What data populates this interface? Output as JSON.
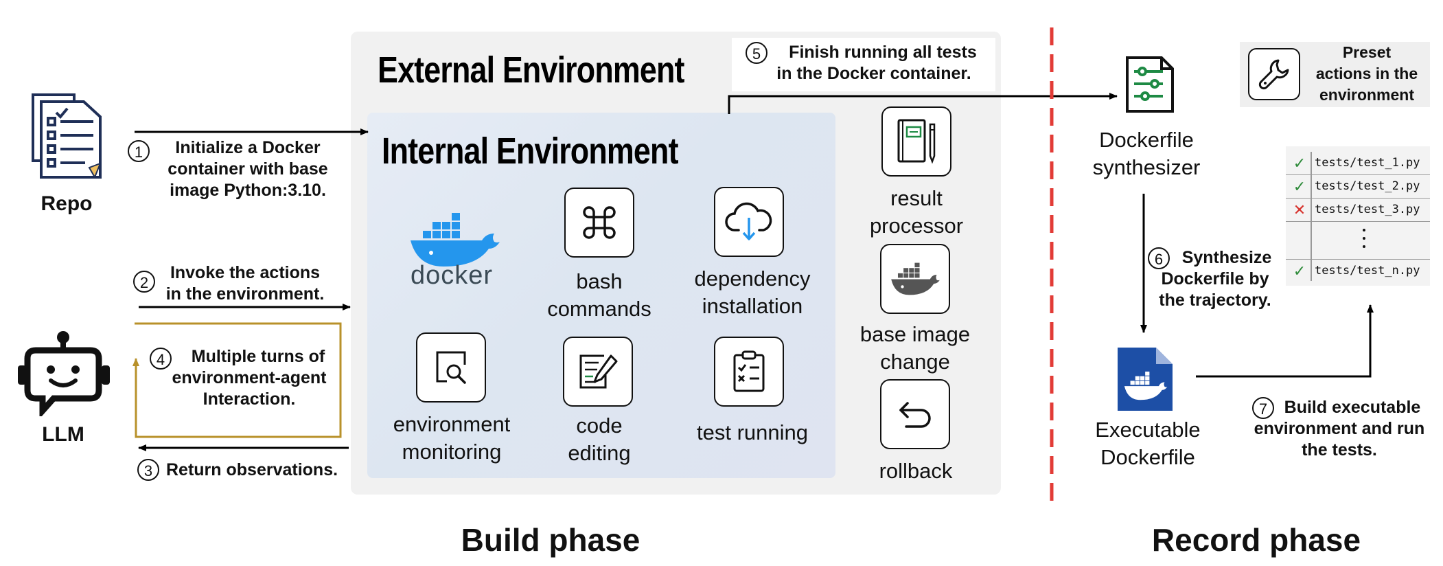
{
  "external_env": {
    "title": "External Environment"
  },
  "internal_env": {
    "title": "Internal Environment"
  },
  "actors": {
    "repo": "Repo",
    "llm": "LLM"
  },
  "docker_logo_text": "docker",
  "steps": {
    "s1": {
      "num": "1",
      "lines": [
        "Initialize a Docker",
        "container with base",
        "image Python:3.10."
      ]
    },
    "s2": {
      "num": "2",
      "lines": [
        "Invoke the actions",
        "in the environment."
      ]
    },
    "s3": {
      "num": "3",
      "lines": [
        "Return observations."
      ]
    },
    "s4": {
      "num": "4",
      "lines": [
        "Multiple turns of",
        "environment-agent",
        "Interaction."
      ]
    },
    "s5": {
      "num": "5",
      "lines": [
        "Finish running all tests",
        "in the Docker container."
      ]
    },
    "s6": {
      "num": "6",
      "lines": [
        "Synthesize",
        "Dockerfile by",
        "the trajectory."
      ]
    },
    "s7": {
      "num": "7",
      "lines": [
        "Build executable",
        "environment and run",
        "the tests."
      ]
    }
  },
  "tools": {
    "bash": [
      "bash",
      "commands"
    ],
    "dependency": [
      "dependency",
      "installation"
    ],
    "monitoring": [
      "environment",
      "monitoring"
    ],
    "code_editing": [
      "code",
      "editing"
    ],
    "test_running": [
      "test running"
    ],
    "result_processor": [
      "result",
      "processor"
    ],
    "base_image_change": [
      "base image",
      "change"
    ],
    "rollback": [
      "rollback"
    ]
  },
  "record": {
    "synthesizer": [
      "Dockerfile",
      "synthesizer"
    ],
    "executable": [
      "Executable",
      "Dockerfile"
    ],
    "preset": [
      "Preset",
      "actions in the",
      "environment"
    ],
    "tests": [
      {
        "status": "pass",
        "mark": "✓",
        "name": "tests/test_1.py"
      },
      {
        "status": "pass",
        "mark": "✓",
        "name": "tests/test_2.py"
      },
      {
        "status": "fail",
        "mark": "✕",
        "name": "tests/test_3.py"
      },
      {
        "status": "pass",
        "mark": "✓",
        "name": "tests/test_n.py"
      }
    ]
  },
  "phases": {
    "build": "Build phase",
    "record": "Record phase"
  },
  "colors": {
    "arrow": "#000000",
    "loop": "#b8912a",
    "divider": "#e23b36",
    "docker_blue": "#2496ed",
    "dockerfile_blue": "#1d4fa6",
    "synth_green": "#1e8a44",
    "pass": "#2e8b3a",
    "fail": "#d7322c"
  },
  "icons": {
    "repo": "document-checklist-icon",
    "llm": "robot-icon",
    "bash": "command-key-icon",
    "dependency": "cloud-download-icon",
    "monitoring": "magnifier-window-icon",
    "code_editing": "edit-document-icon",
    "test_running": "clipboard-checklist-icon",
    "result_processor": "notebook-pen-icon",
    "base_image_change": "docker-whale-icon",
    "rollback": "undo-arrow-icon",
    "synthesizer": "settings-sliders-file-icon",
    "executable": "docker-file-icon",
    "preset": "wrench-icon"
  }
}
